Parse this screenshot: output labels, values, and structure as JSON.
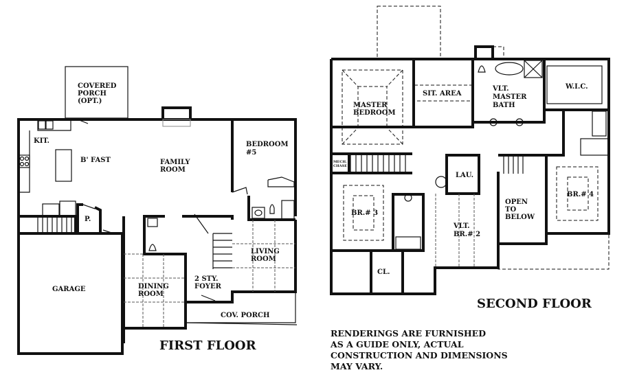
{
  "first_floor": {
    "title": "FIRST FLOOR",
    "rooms": {
      "covered_porch_opt": [
        "COVERED",
        "PORCH",
        "(OPT.)"
      ],
      "kitchen": "KIT.",
      "breakfast": "B' FAST",
      "family_room": [
        "FAMILY",
        "ROOM"
      ],
      "bedroom_5": [
        "BEDROOM",
        "#5"
      ],
      "pantry": "P.",
      "garage": "GARAGE",
      "dining_room": [
        "DINING",
        "ROOM"
      ],
      "foyer": [
        "2 STY.",
        "FOYER"
      ],
      "living_room": [
        "LIVING",
        "ROOM"
      ],
      "cov_porch": "COV. PORCH"
    }
  },
  "second_floor": {
    "title": "SECOND FLOOR",
    "rooms": {
      "master_bedroom": [
        "MASTER",
        "BEDROOM"
      ],
      "sit_area": "SIT. AREA",
      "master_bath": [
        "VLT.",
        "MASTER",
        "BATH"
      ],
      "wic": "W.I.C.",
      "mech_chase": [
        "MECH.",
        "CHASE"
      ],
      "laundry": "LAU.",
      "bedroom_3": "BR.# 3",
      "bedroom_2": [
        "VLT.",
        "BR.# 2"
      ],
      "open_to_below": [
        "OPEN",
        "TO",
        "BELOW"
      ],
      "bedroom_4": "BR.# 4",
      "closet": "CL."
    }
  },
  "disclaimer": "RENDERINGS ARE FURNISHED\nAS A GUIDE ONLY, ACTUAL\nCONSTRUCTION AND DIMENSIONS\nMAY VARY.",
  "colors": {
    "line": "#111111",
    "background": "#ffffff"
  }
}
